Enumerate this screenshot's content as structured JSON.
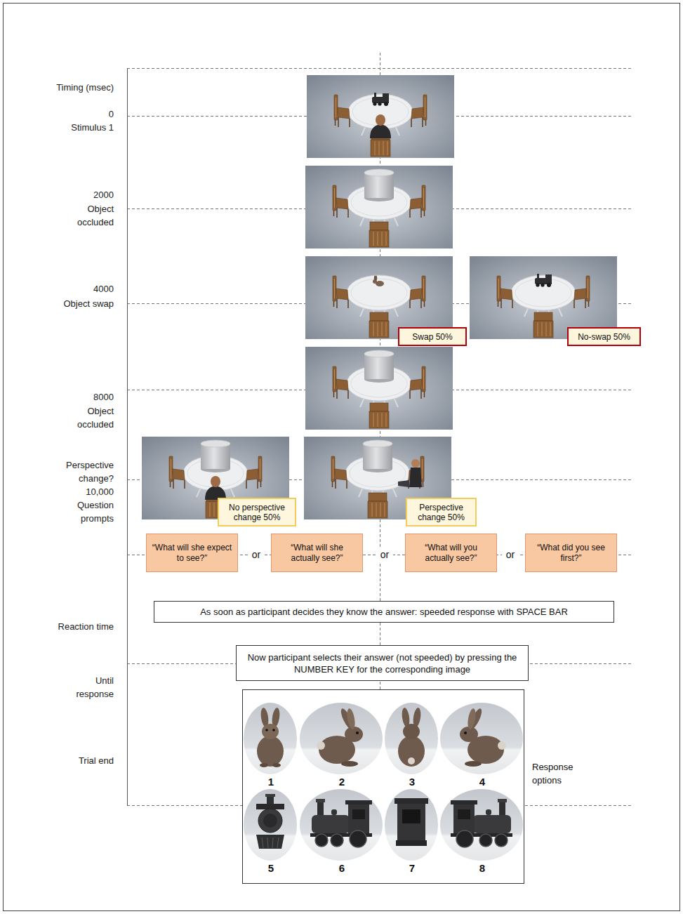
{
  "diagram": {
    "nodes": [
      {
        "text": [
          "Swap 50%"
        ]
      },
      {
        "text": [
          "No-swap 50%"
        ]
      },
      {
        "text": [
          "No perspective change 50%"
        ]
      },
      {
        "text": [
          "Perspective change 50%"
        ]
      },
      {
        "text": [
          "“What will she expect to see?”"
        ]
      },
      {
        "text": [
          "“What will she actually see?”"
        ]
      },
      {
        "text": [
          "“What will you actually see?”"
        ]
      },
      {
        "text": [
          "“What did you see first?”"
        ]
      },
      {
        "text": [
          "As soon as participant decides they know the answer: speeded response with SPACE BAR"
        ]
      },
      {
        "text": [
          "Now participant selects their answer (not speeded) by pressing the NUMBER KEY for the corresponding image"
        ]
      },
      {
        "text": [
          "1",
          "2",
          "3",
          "4",
          "5",
          "6",
          "7",
          "8",
          "Response options"
        ]
      }
    ],
    "labels": [
      "Timing (msec)",
      "0",
      "Stimulus 1",
      "2000",
      "Object occluded",
      "4000",
      "Object swap",
      "8000",
      "Object occluded",
      "Perspective change?",
      "10,000",
      "Question prompts",
      "or",
      "or",
      "or",
      "Reaction time",
      "Until response",
      "Trial end"
    ]
  }
}
